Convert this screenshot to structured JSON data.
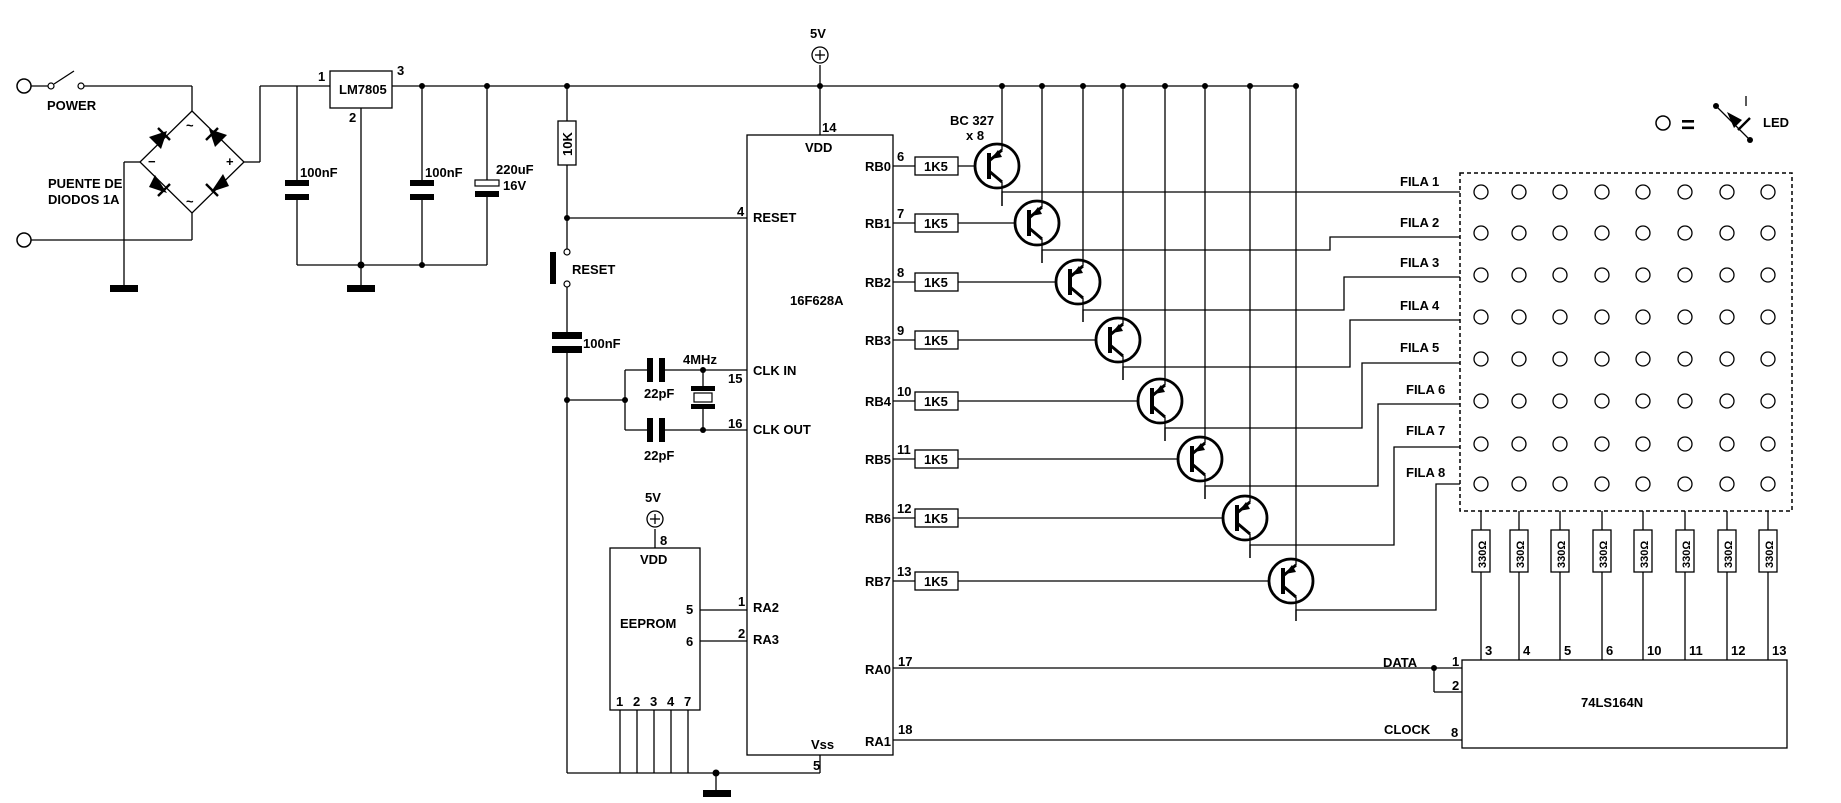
{
  "power": {
    "switch_label": "POWER",
    "bridge_label_1": "PUENTE DE",
    "bridge_label_2": "DIODOS 1A",
    "bridge_minus": "−",
    "bridge_plus": "+",
    "bridge_ac": "~"
  },
  "regulator": {
    "name": "LM7805",
    "pin_in": "1",
    "pin_gnd": "2",
    "pin_out": "3"
  },
  "caps": {
    "c1": "100nF",
    "c2": "100nF",
    "c3_value": "220uF",
    "c3_voltage": "16V",
    "reset_cap": "100nF",
    "xtal_cap_top": "22pF",
    "xtal_cap_bottom": "22pF"
  },
  "crystal": {
    "label": "4MHz"
  },
  "reset": {
    "resistor": "10K",
    "button": "RESET"
  },
  "supply": {
    "top": "5V",
    "eeprom": "5V"
  },
  "mcu": {
    "name": "16F628A",
    "vdd": "VDD",
    "vdd_pin": "14",
    "reset": "RESET",
    "reset_pin": "4",
    "clkin": "CLK IN",
    "clkin_pin": "15",
    "clkout": "CLK OUT",
    "clkout_pin": "16",
    "ra2": "RA2",
    "ra2_pin": "1",
    "ra3": "RA3",
    "ra3_pin": "2",
    "vss": "Vss",
    "vss_pin": "5",
    "ra0": "RA0",
    "ra0_pin": "17",
    "ra1": "RA1",
    "ra1_pin": "18",
    "rb": [
      {
        "name": "RB0",
        "pin": "6"
      },
      {
        "name": "RB1",
        "pin": "7"
      },
      {
        "name": "RB2",
        "pin": "8"
      },
      {
        "name": "RB3",
        "pin": "9"
      },
      {
        "name": "RB4",
        "pin": "10"
      },
      {
        "name": "RB5",
        "pin": "11"
      },
      {
        "name": "RB6",
        "pin": "12"
      },
      {
        "name": "RB7",
        "pin": "13"
      }
    ]
  },
  "transistors": {
    "label_1": "BC 327",
    "label_2": "x 8",
    "base_resistor": "1K5"
  },
  "rows": [
    "FILA 1",
    "FILA 2",
    "FILA 3",
    "FILA 4",
    "FILA 5",
    "FILA 6",
    "FILA 7",
    "FILA 8"
  ],
  "legend": {
    "equals": "=",
    "led": "LED"
  },
  "column_resistor": "330Ω",
  "shift_register": {
    "name": "74LS164N",
    "data": "DATA",
    "clock": "CLOCK",
    "pin_data_a": "1",
    "pin_data_b": "2",
    "pin_clock": "8",
    "out_pins": [
      "3",
      "4",
      "5",
      "6",
      "10",
      "11",
      "12",
      "13"
    ]
  },
  "eeprom": {
    "name": "EEPROM",
    "vdd": "VDD",
    "vdd_pin": "8",
    "pin_a": "5",
    "pin_b": "6",
    "bottom_pins": [
      "1",
      "2",
      "3",
      "4",
      "7"
    ]
  }
}
